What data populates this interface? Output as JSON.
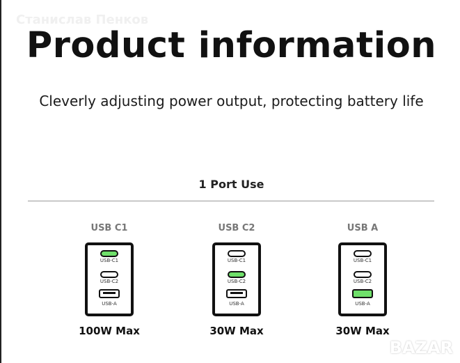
{
  "watermark": "Станислав Пенков",
  "title": "Product information",
  "subtitle": "Cleverly adjusting power output, protecting battery life",
  "section": "1 Port Use",
  "ports": [
    {
      "heading": "USB C1",
      "active": "c1",
      "max": "100W Max"
    },
    {
      "heading": "USB C2",
      "active": "c2",
      "max": "30W Max"
    },
    {
      "heading": "USB A",
      "active": "a",
      "max": "30W Max"
    }
  ],
  "port_labels": {
    "c1": "USB-C1",
    "c2": "USB-C2",
    "a": "USB-A"
  },
  "bazar_logo": "BAZAR",
  "colors": {
    "active": "#6fe06a"
  }
}
